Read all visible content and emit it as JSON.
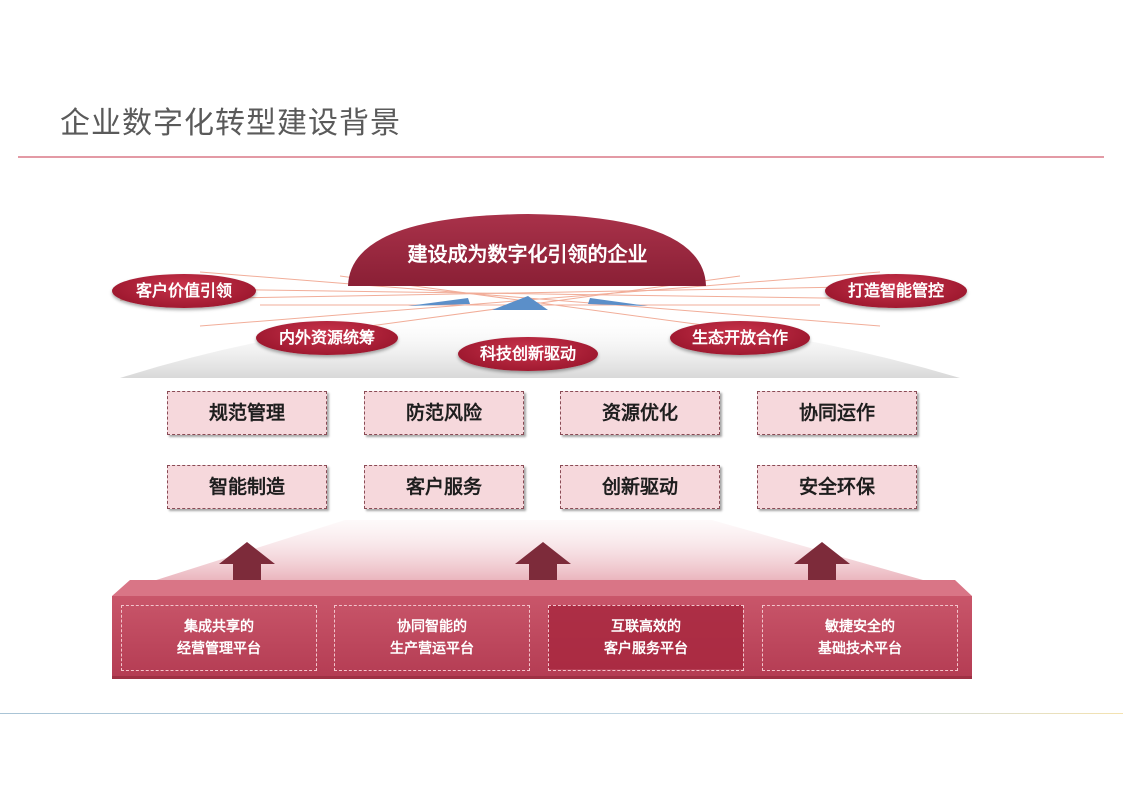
{
  "page": {
    "title": "企业数字化转型建设背景"
  },
  "goal": {
    "label": "建设成为数字化引领的企业"
  },
  "principles": [
    "客户价值引领",
    "打造智能管控",
    "内外资源统筹",
    "科技创新驱动",
    "生态开放合作"
  ],
  "capabilities": {
    "row1": [
      "规范管理",
      "防范风险",
      "资源优化",
      "协同运作"
    ],
    "row2": [
      "智能制造",
      "客户服务",
      "创新驱动",
      "安全环保"
    ]
  },
  "platforms": [
    {
      "line1": "集成共享的",
      "line2": "经营管理平台"
    },
    {
      "line1": "协同智能的",
      "line2": "生产营运平台"
    },
    {
      "line1": "互联高效的",
      "line2": "客户服务平台"
    },
    {
      "line1": "敏捷安全的",
      "line2": "基础技术平台"
    }
  ],
  "colors": {
    "primary_red": "#a11a31",
    "dark_red": "#7a2233",
    "platform_red": "#c44a5e",
    "capability_fill": "#f6d8dc",
    "accent_blue": "#5b8fc9"
  }
}
